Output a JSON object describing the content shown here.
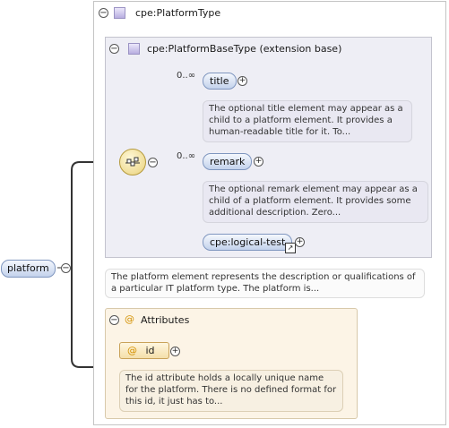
{
  "root": {
    "label": "platform"
  },
  "platform_type": {
    "label": "cpe:PlatformType"
  },
  "base_type": {
    "label": "cpe:PlatformBaseType (extension base)"
  },
  "elements": [
    {
      "label": "title",
      "cardinality": "0..∞",
      "doc": "The optional title element may appear as a child to a platform element. It provides a human-readable title for it. To..."
    },
    {
      "label": "remark",
      "cardinality": "0..∞",
      "doc": "The optional remark element may appear as a child of a platform element. It provides some additional description. Zero..."
    },
    {
      "label": "cpe:logical-test"
    }
  ],
  "platform_doc": "The platform element represents the description or qualifications of a particular IT platform type. The platform is...",
  "attributes": {
    "header": "Attributes",
    "id": {
      "label": "id",
      "doc": "The id attribute holds a locally unique name for the platform. There is no defined format for this id, it just has to..."
    }
  },
  "icons": {
    "collapse": "−",
    "expand": "+",
    "attribute_marker": "@",
    "reference_arrow": "↗"
  },
  "colors": {
    "element_fill": "#c3d2ec",
    "element_border": "#7f96bf",
    "extension_fill": "#eeeef5",
    "attribute_fill": "#fcf4e6",
    "attribute_marker": "#d49100"
  }
}
